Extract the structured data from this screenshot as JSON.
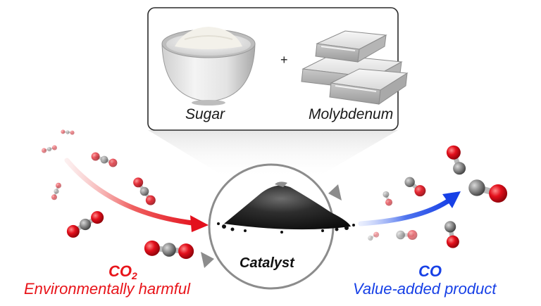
{
  "ingredients": {
    "left": "Sugar",
    "right": "Molybdenum",
    "operator": "+"
  },
  "center": {
    "label": "Catalyst"
  },
  "input": {
    "formula_main": "CO",
    "formula_sub": "2",
    "description": "Environmentally harmful",
    "color": "#e8141a"
  },
  "output": {
    "formula": "CO",
    "description": "Value-added product",
    "color": "#1740e6"
  },
  "molecule_colors": {
    "oxygen": "#e3101c",
    "carbon": "#8a8a8a"
  }
}
